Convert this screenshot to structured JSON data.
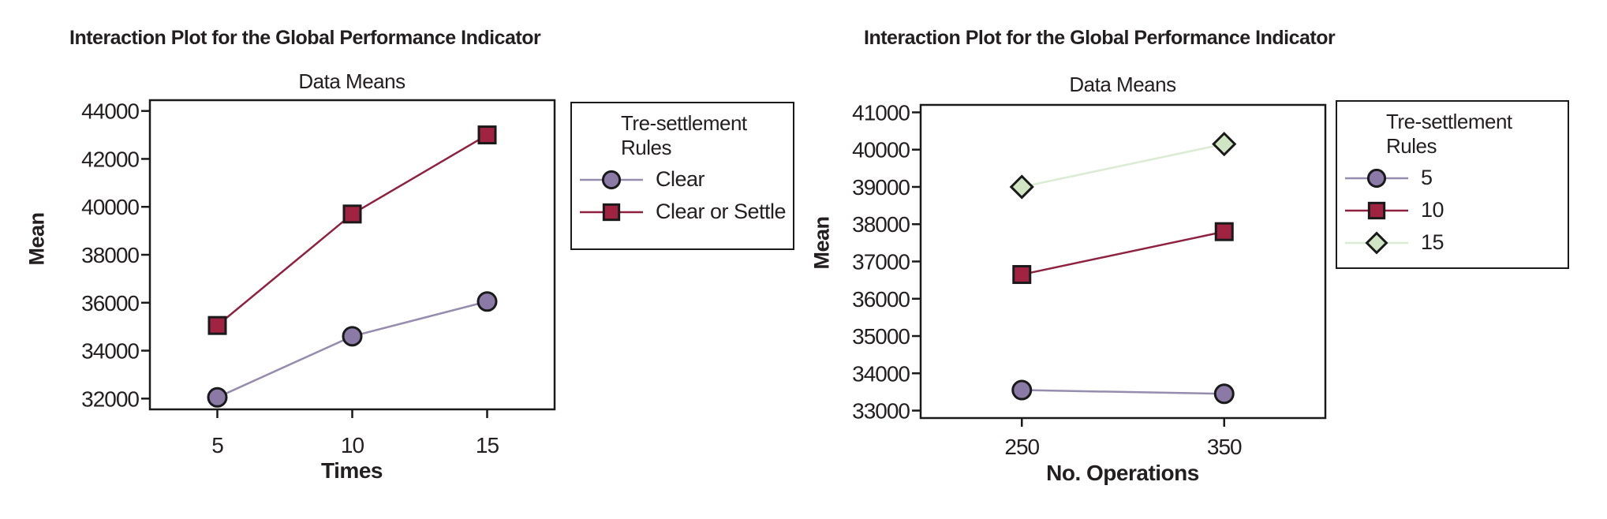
{
  "page": {
    "background": "#ffffff",
    "text_color": "#231f20",
    "frame_color": "#1a1a1a"
  },
  "chart_data": [
    {
      "type": "line",
      "title": "Interaction Plot for the Global Performance Indicator",
      "subtitle": "Data Means",
      "xlabel": "Times",
      "ylabel": "Mean",
      "legend_title": "Tre-settlement Rules",
      "legend_position": "right",
      "grid": false,
      "categories": [
        "5",
        "10",
        "15"
      ],
      "yticks": [
        32000,
        34000,
        36000,
        38000,
        40000,
        42000,
        44000
      ],
      "ylim": [
        31550,
        44450
      ],
      "series": [
        {
          "name": "Clear",
          "marker": "circle",
          "marker_fill": "#8b7aa6",
          "line_color": "#968cae",
          "values": [
            32050,
            34600,
            36050
          ]
        },
        {
          "name": "Clear or Settle",
          "marker": "square",
          "marker_fill": "#a12342",
          "line_color": "#8e2140",
          "values": [
            35050,
            39700,
            43000
          ]
        }
      ]
    },
    {
      "type": "line",
      "title": "Interaction Plot for the Global Performance Indicator",
      "subtitle": "Data Means",
      "xlabel": "No. Operations",
      "ylabel": "Mean",
      "legend_title": "Tre-settlement Rules",
      "legend_position": "right",
      "grid": false,
      "categories": [
        "250",
        "350"
      ],
      "yticks": [
        33000,
        34000,
        35000,
        36000,
        37000,
        38000,
        39000,
        40000,
        41000
      ],
      "ylim": [
        32800,
        41200
      ],
      "series": [
        {
          "name": "5",
          "marker": "circle",
          "marker_fill": "#8b7aa6",
          "line_color": "#968cae",
          "values": [
            33550,
            33450
          ]
        },
        {
          "name": "10",
          "marker": "square",
          "marker_fill": "#a12342",
          "line_color": "#8e2140",
          "values": [
            36650,
            37800
          ]
        },
        {
          "name": "15",
          "marker": "diamond",
          "marker_fill": "#cfe5c4",
          "line_color": "#dcebd4",
          "values": [
            39000,
            40150
          ]
        }
      ]
    }
  ]
}
